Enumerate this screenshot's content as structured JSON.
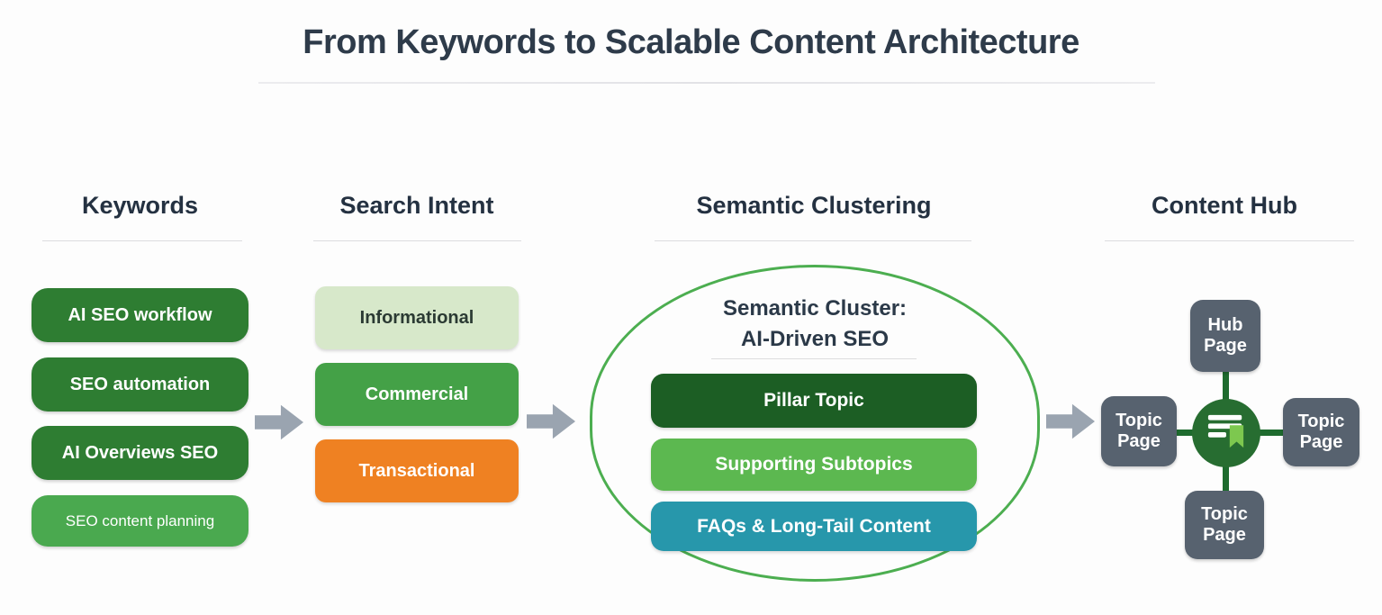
{
  "page": {
    "title": "From Keywords to Scalable Content Architecture"
  },
  "colors": {
    "title_text": "#2e3b4a",
    "header_text": "#243141",
    "arrow_gray": "#9aa4b0",
    "cluster_outline_green": "#4cae50",
    "hub_connector_green": "#1e6b2e",
    "hub_circle_green": "#276d31",
    "hub_node_slate": "#57626f",
    "bookmark_green": "#7dc84f"
  },
  "columns": {
    "keywords": {
      "header": "Keywords",
      "items": [
        {
          "label": "AI SEO workflow",
          "color": "#2e7d32",
          "text_color": "#ffffff"
        },
        {
          "label": "SEO automation",
          "color": "#2e7d32",
          "text_color": "#ffffff"
        },
        {
          "label": "AI Overviews SEO",
          "color": "#2e7d32",
          "text_color": "#ffffff"
        },
        {
          "label": "SEO content planning",
          "color": "#4aa94f",
          "text_color": "#ffffff"
        }
      ]
    },
    "search_intent": {
      "header": "Search Intent",
      "items": [
        {
          "label": "Informational",
          "color": "#d7e8ca",
          "text_color": "#2b3a33"
        },
        {
          "label": "Commercial",
          "color": "#44a147",
          "text_color": "#ffffff"
        },
        {
          "label": "Transactional",
          "color": "#ef8122",
          "text_color": "#ffffff"
        }
      ]
    },
    "semantic_clustering": {
      "header": "Semantic Clustering",
      "cluster_title_line1": "Semantic Cluster:",
      "cluster_title_line2": "AI-Driven SEO",
      "items": [
        {
          "label": "Pillar Topic",
          "color": "#1c5e24",
          "text_color": "#ffffff"
        },
        {
          "label": "Supporting Subtopics",
          "color": "#5cb850",
          "text_color": "#ffffff"
        },
        {
          "label": "FAQs & Long-Tail Content",
          "color": "#2797ab",
          "text_color": "#ffffff"
        }
      ]
    },
    "content_hub": {
      "header": "Content Hub",
      "center_icon": "document-bookmark-icon",
      "nodes": [
        {
          "position": "top",
          "label": "Hub Page"
        },
        {
          "position": "left",
          "label": "Topic Page"
        },
        {
          "position": "right",
          "label": "Topic Page"
        },
        {
          "position": "bottom",
          "label": "Topic Page"
        }
      ]
    }
  }
}
